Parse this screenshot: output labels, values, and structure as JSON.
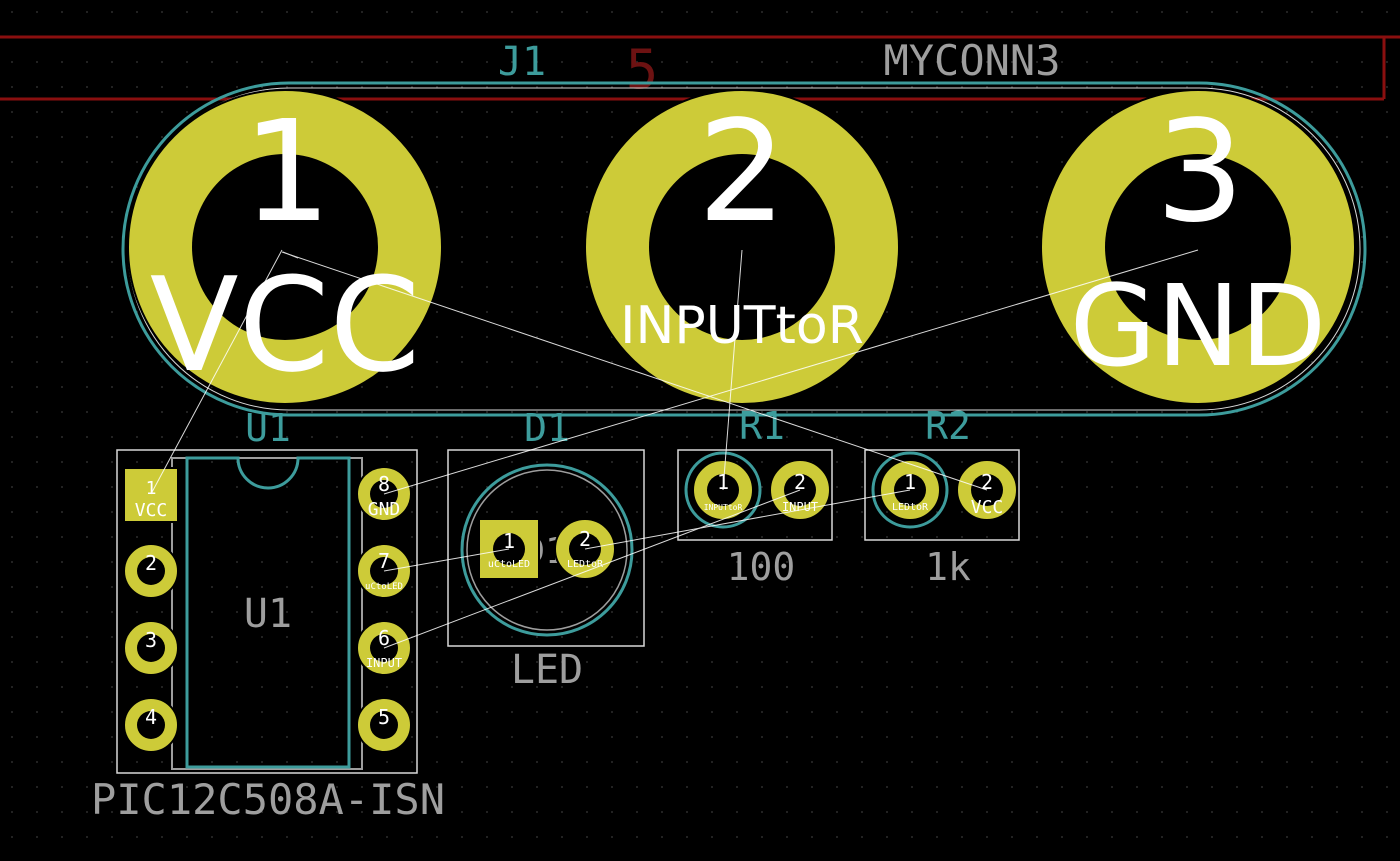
{
  "colors": {
    "background": "#000000",
    "pad": "#cdcb38",
    "courtyard": "#3d9c9c",
    "silk": "#e8e8e8",
    "fab": "#9e9e9e",
    "ratsnest": "#ffffff",
    "edge": "#8a0f0f",
    "pin_text": "#ffffff",
    "ref_text": "#3d9c9c"
  },
  "j1": {
    "reference": "J1",
    "value": "MYCONN3",
    "edge_number": "5",
    "pads": [
      {
        "number": "1",
        "net": "VCC"
      },
      {
        "number": "2",
        "net": "INPUTtoR"
      },
      {
        "number": "3",
        "net": "GND"
      }
    ]
  },
  "u1": {
    "reference": "U1",
    "fab_reference": "U1",
    "value": "PIC12C508A-ISN",
    "pads": [
      {
        "number": "1",
        "net": "VCC"
      },
      {
        "number": "2",
        "net": ""
      },
      {
        "number": "3",
        "net": ""
      },
      {
        "number": "4",
        "net": ""
      },
      {
        "number": "5",
        "net": ""
      },
      {
        "number": "6",
        "net": "INPUT"
      },
      {
        "number": "7",
        "net": "uCtoLED"
      },
      {
        "number": "8",
        "net": "GND"
      }
    ]
  },
  "d1": {
    "reference": "D1",
    "fab_reference": "D1",
    "value": "LED",
    "pads": [
      {
        "number": "1",
        "net": "uCtoLED"
      },
      {
        "number": "2",
        "net": "LEDtoR"
      }
    ]
  },
  "r1": {
    "reference": "R1",
    "value": "100",
    "pads": [
      {
        "number": "1",
        "net": "INPUTtoR"
      },
      {
        "number": "2",
        "net": "INPUT"
      }
    ]
  },
  "r2": {
    "reference": "R2",
    "value": "1k",
    "pads": [
      {
        "number": "1",
        "net": "LEDtoR"
      },
      {
        "number": "2",
        "net": "VCC"
      }
    ]
  }
}
